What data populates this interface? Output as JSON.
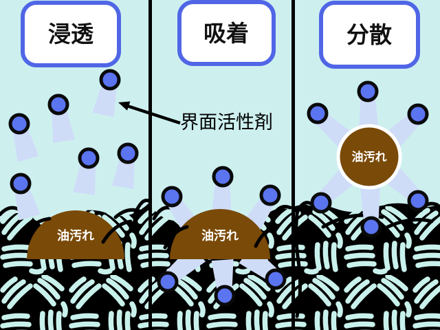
{
  "diagram_title": "surfactant-action-on-oil-stain",
  "panels": [
    {
      "id": "penetration",
      "label": "浸透",
      "oil_label": "油汚れ"
    },
    {
      "id": "adsorption",
      "label": "吸着",
      "oil_label": "油汚れ"
    },
    {
      "id": "dispersion",
      "label": "分散",
      "oil_label": "油汚れ"
    }
  ],
  "annotation": {
    "text": "界面活性剤"
  },
  "colors": {
    "background": "#cdf0ef",
    "panel_divider": "#000000",
    "label_box_fill": "#ffffff",
    "label_box_border": "#5066e6",
    "surfactant_head": "#5b74f0",
    "surfactant_head_outline": "#0a0a0a",
    "surfactant_tail": "#cfdcf8",
    "oil_stain": "#7a4a08",
    "micelle_ring": "#ffffff",
    "fabric_base": "#000000",
    "fabric_thread": "#c9f1ec",
    "annotation_arrow": "#000000",
    "oil_label_text": "#ffffff",
    "panel_label_text": "#111111"
  }
}
